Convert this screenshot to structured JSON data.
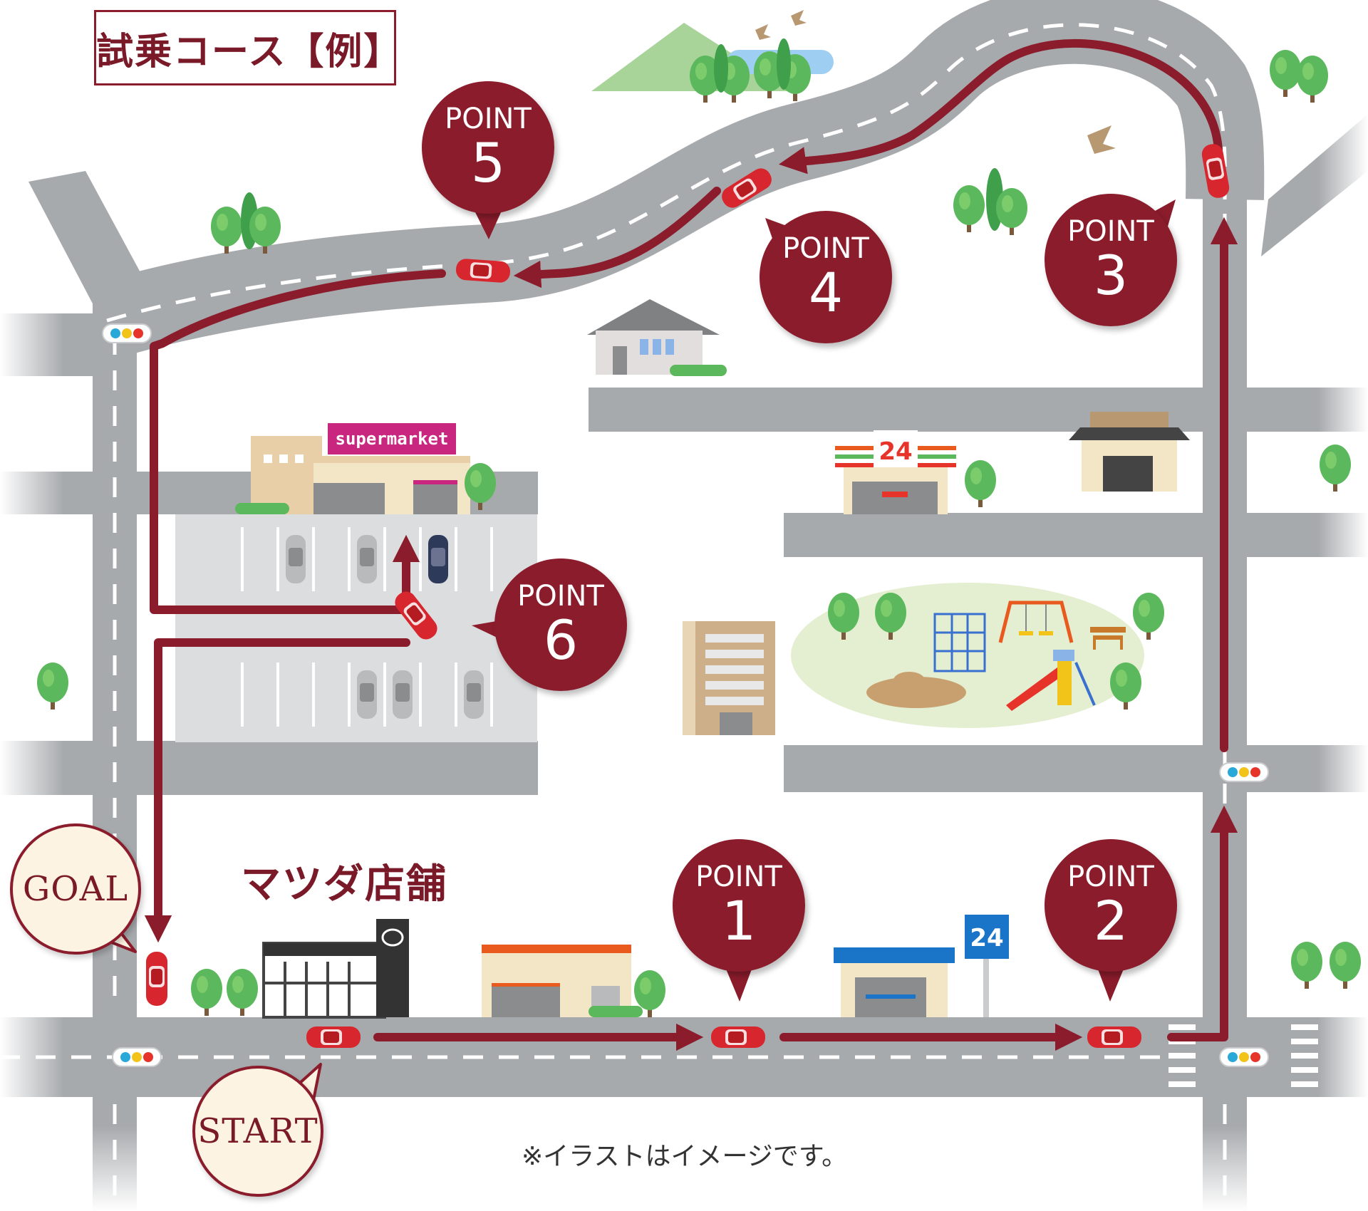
{
  "title": "試乗コース【例】",
  "shop": "マツダ店舗",
  "note": "※イラストはイメージです。",
  "start_label": "START",
  "goal_label": "GOAL",
  "supermarket_sign": "supermarket",
  "store_number": "24",
  "points": [
    {
      "label": "POINT",
      "number": "1"
    },
    {
      "label": "POINT",
      "number": "2"
    },
    {
      "label": "POINT",
      "number": "3"
    },
    {
      "label": "POINT",
      "number": "4"
    },
    {
      "label": "POINT",
      "number": "5"
    },
    {
      "label": "POINT",
      "number": "6"
    }
  ],
  "colors": {
    "route": "#8b1c2c",
    "road": "#a7aaad",
    "lane_marking": "#ffffff",
    "car": "#d8262e",
    "tree": "#5cb85c",
    "park": "#e4eed0",
    "supermarket_sign": "#c8267f",
    "convenience_blue": "#1a74c8"
  }
}
